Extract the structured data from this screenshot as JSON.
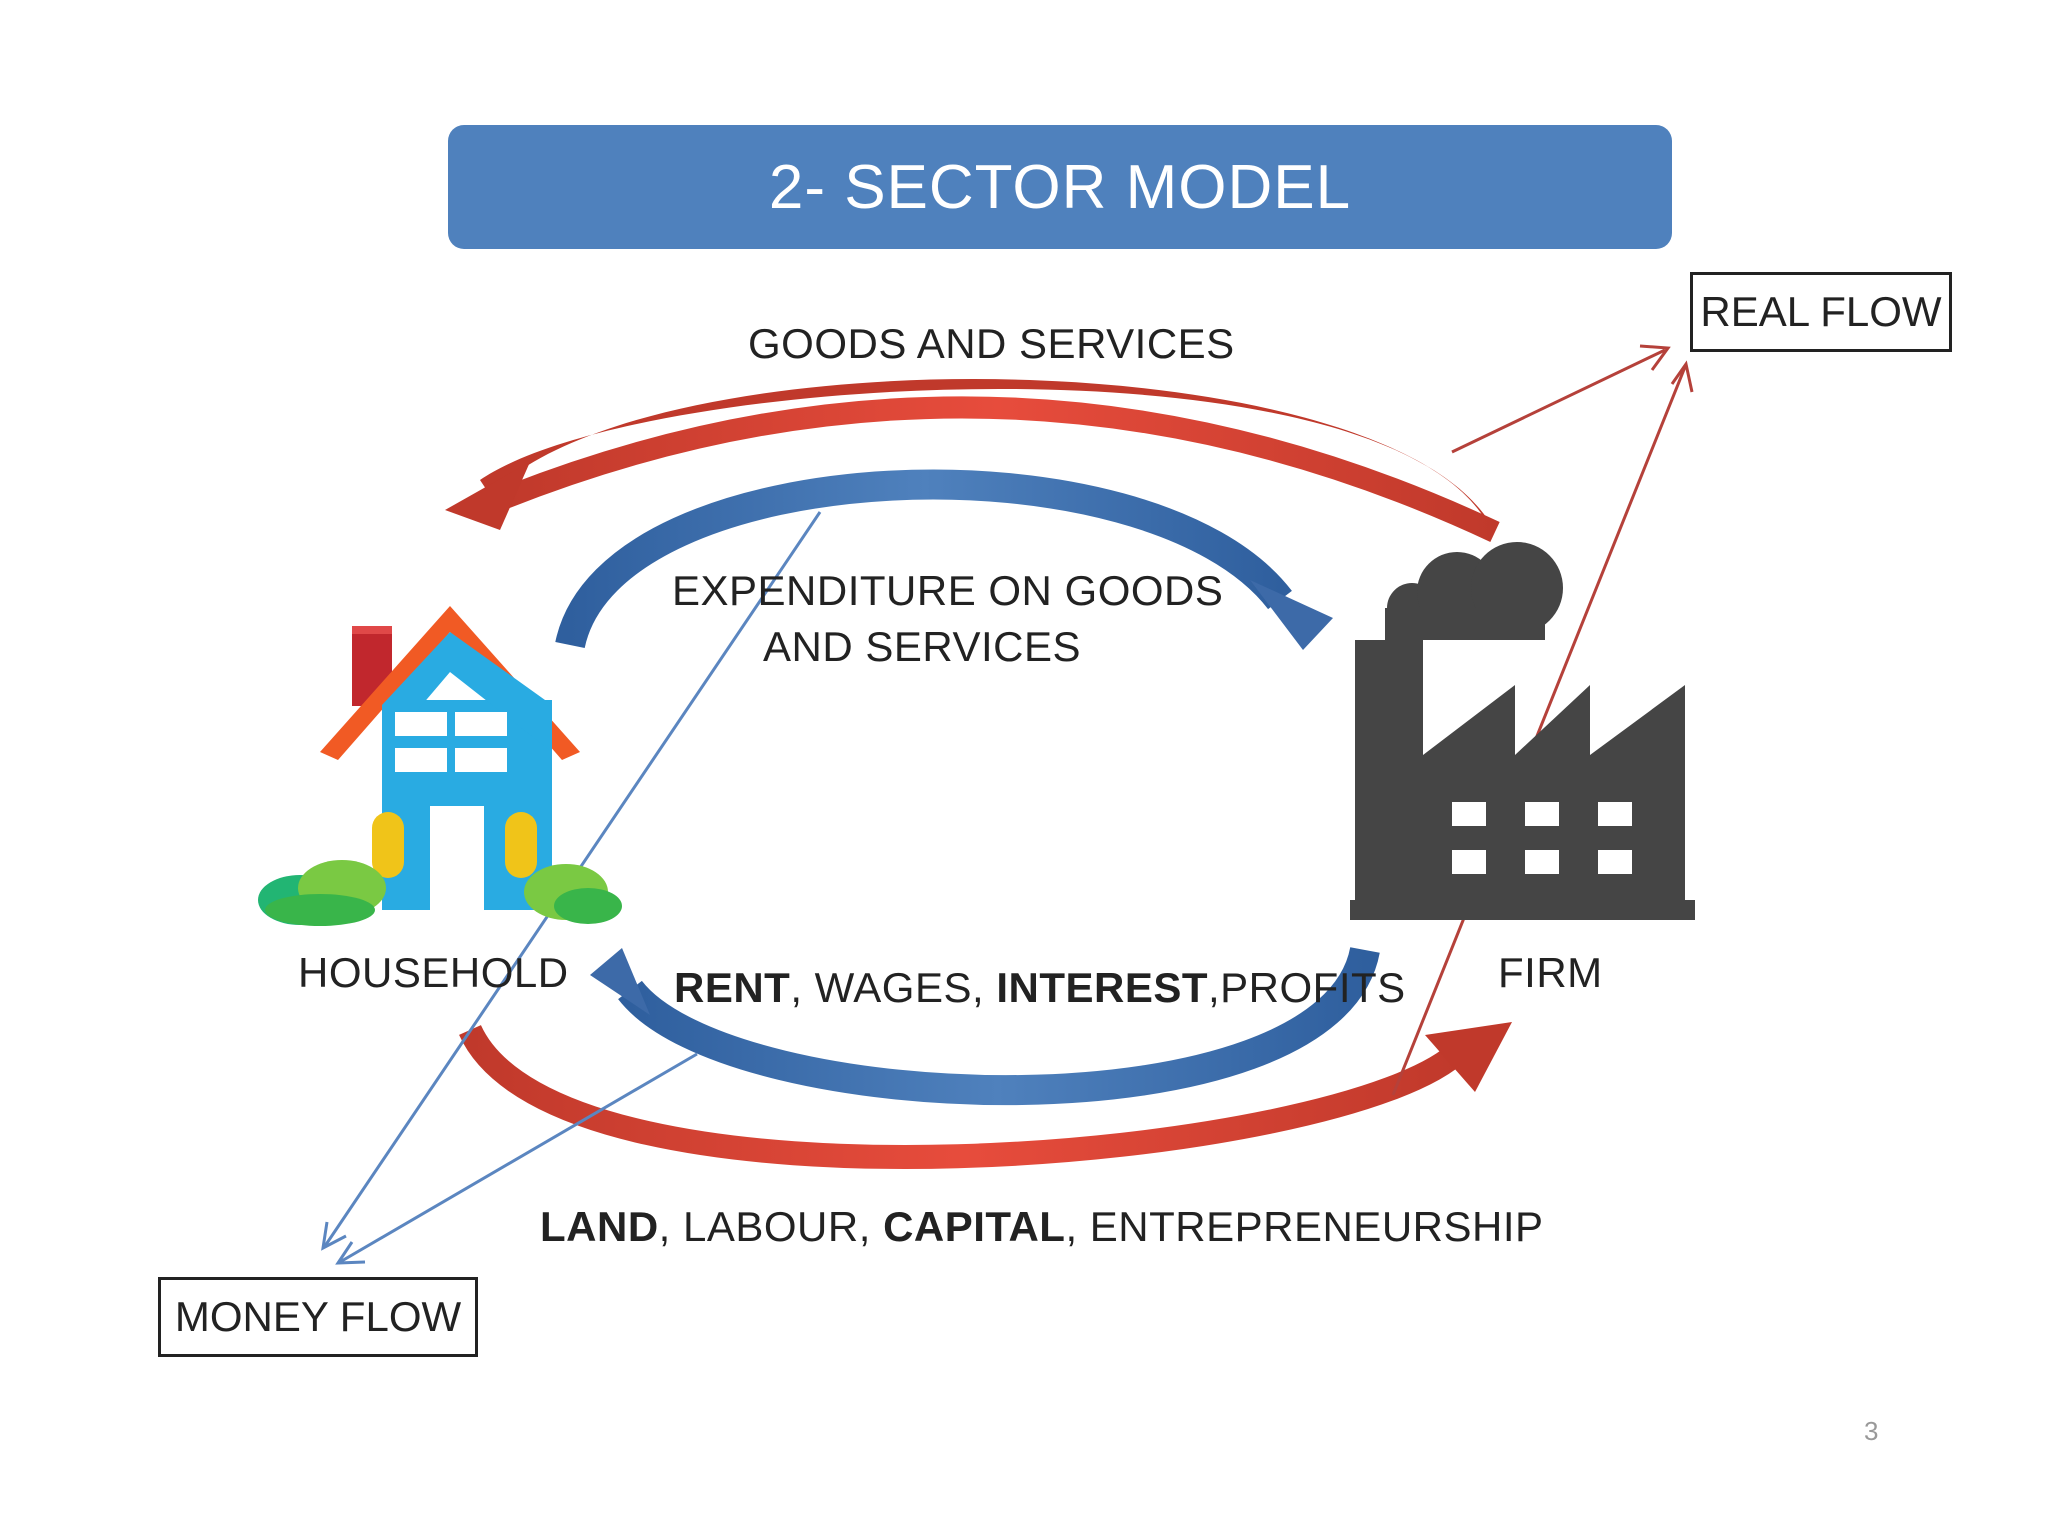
{
  "title": "2- SECTOR MODEL",
  "labels": {
    "real_flow": "REAL FLOW",
    "money_flow": "MONEY FLOW",
    "household": "HOUSEHOLD",
    "firm": "FIRM",
    "goods_services": "GOODS AND SERVICES",
    "expenditure_line1": "EXPENDITURE ON GOODS",
    "expenditure_line2": "AND SERVICES",
    "rent": "RENT",
    "wages": ", WAGES, ",
    "interest": "INTEREST",
    "profits": ",PROFITS",
    "land": "LAND",
    "labour": ", LABOUR, ",
    "capital": "CAPITAL",
    "entrepreneurship": ", ENTREPRENEURSHIP"
  },
  "page_number": "3",
  "colors": {
    "title_bar": "#4f81bd",
    "real_flow_arrow": "#c0392b",
    "money_flow_arrow": "#3d6aa8",
    "factory": "#454545",
    "house_wall": "#29abe2",
    "house_roof": "#f15a24"
  },
  "icons": [
    "house-icon",
    "factory-icon"
  ]
}
